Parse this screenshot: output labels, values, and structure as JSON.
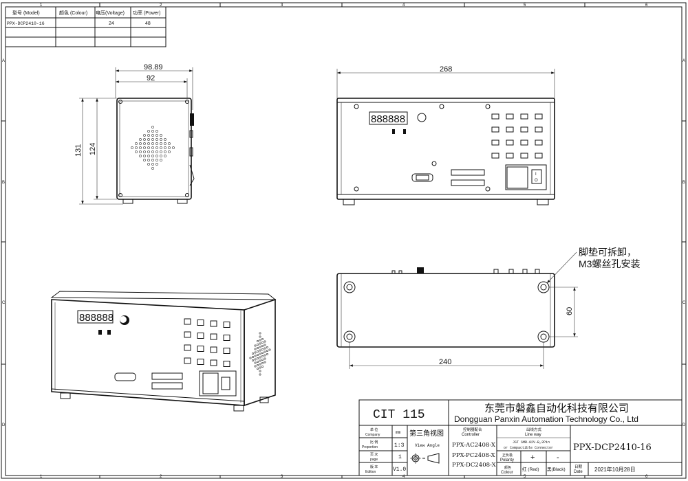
{
  "spec_table": {
    "headers": [
      "型号 (Model)",
      "颜色 (Colour)",
      "电压(Voltage)",
      "功率 (Power)"
    ],
    "rows": [
      [
        "PPX-DCP2410-16",
        "",
        "24",
        "48"
      ]
    ]
  },
  "border": {
    "columns": [
      "1",
      "2",
      "3",
      "4",
      "5",
      "6"
    ],
    "rows": [
      "A",
      "B",
      "C",
      "D"
    ]
  },
  "dimensions": {
    "side_width_outer": "98.89",
    "side_width_inner": "92",
    "side_height_outer": "131",
    "side_height_inner": "124",
    "front_width": "268",
    "bottom_hole_spacing_x": "240",
    "bottom_hole_spacing_y": "60"
  },
  "front_panel": {
    "display": "888888",
    "switch_on": "I",
    "switch_off": "O"
  },
  "iso_view": {
    "display": "888888"
  },
  "annotation": {
    "line1": "脚垫可拆卸，",
    "line2": "M3螺丝孔安装"
  },
  "title_block": {
    "drawing_title": "CIT 115",
    "company_cn": "东莞市磐鑫自动化科技有限公司",
    "company_en": "Dongguan Panxin Automation Technology Co., Ltd",
    "unit_label_cn": "单 位",
    "unit_label_en": "Company",
    "unit_value": "mm",
    "scale_label_cn": "比 例",
    "scale_label_en": "Proportion",
    "scale_value": "1:3",
    "page_label_cn": "页 次",
    "page_label_en": "page",
    "page_value": "1",
    "edition_label_cn": "版 本",
    "edition_label_en": "Edition",
    "edition_value": "V1.0",
    "view_angle_cn": "第三角视图",
    "view_angle_en": "View Angle",
    "controller_label_cn": "控制器配合",
    "controller_label_en": "Controller",
    "controllers": [
      "PPX-AC2408-X",
      "PPX-PC2408-X",
      "PPX-DC2408-X"
    ],
    "lineway_label_cn": "出线方式",
    "lineway_label_en": "Line way",
    "connector_line1": "JST SMR-02V-B,2Pin",
    "connector_line2": "or Compactible Connector",
    "polarity_label_cn": "正负极",
    "polarity_label_en": "Polarity",
    "polarity_pos": "+",
    "polarity_neg": "-",
    "colour_label_cn": "颜色",
    "colour_label_en": "Colour",
    "colour_pos": "红 (Red)",
    "colour_neg": "黑(Black)",
    "part_number": "PPX-DCP2410-16",
    "date_label_cn": "日期",
    "date_label_en": "Date",
    "date_value": "2021年10月28日"
  }
}
